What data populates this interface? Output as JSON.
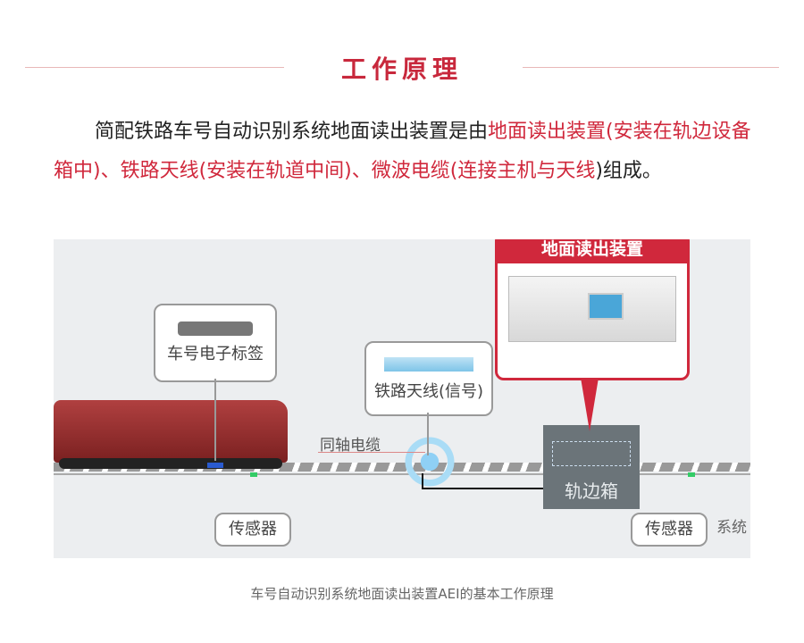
{
  "header": {
    "title": "工作原理"
  },
  "paragraph": {
    "p1": "简配铁路车号自动识别系统地面读出装置是由",
    "p2": "地面读出装置(安装在轨边设备箱中)、铁路天线(安装在轨道中间)、微波电缆(连接主机与天线",
    "p3": ")组成。"
  },
  "diagram": {
    "reader_title": "地面读出装置",
    "tag_label": "车号电子标签",
    "antenna_label": "铁路天线(信号)",
    "cable_label": "同轴电缆",
    "box_label": "轨边箱",
    "sensor_left": "传感器",
    "sensor_right": "传感器",
    "system_label": "系统"
  },
  "caption": "车号自动识别系统地面读出装置AEI的基本工作原理"
}
